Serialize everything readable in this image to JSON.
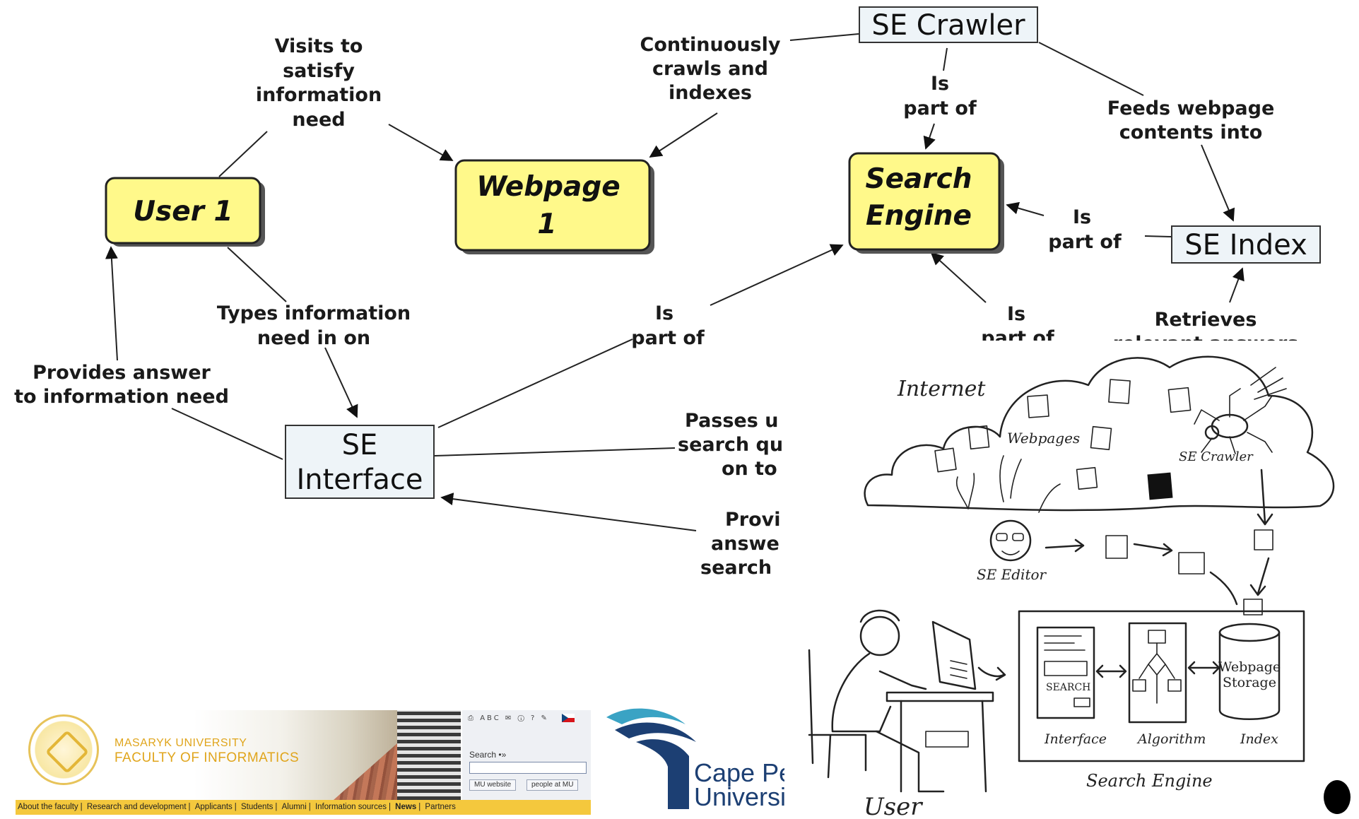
{
  "concept_map": {
    "nodes": {
      "user1": "User 1",
      "webpage1_line1": "Webpage",
      "webpage1_line2": "1",
      "search_engine_line1": "Search",
      "search_engine_line2": "Engine",
      "se_crawler": "SE Crawler",
      "se_index": "SE Index",
      "se_interface_line1": "SE",
      "se_interface_line2": "Interface"
    },
    "links": {
      "visits": [
        "Visits to",
        "satisfy",
        "information",
        "need"
      ],
      "continuously": [
        "Continuously",
        "crawls and",
        "indexes"
      ],
      "crawler_is_part_of": [
        "Is",
        "part of"
      ],
      "feeds": [
        "Feeds webpage",
        "contents into"
      ],
      "index_is_part_of": [
        "Is",
        "part of"
      ],
      "types": [
        "Types information",
        "need in on"
      ],
      "interface_is_part_of": [
        "Is",
        "part of"
      ],
      "bottom_is_part_of": [
        "Is",
        "part of"
      ],
      "retrieves": [
        "Retrieves",
        "relevant answers"
      ],
      "provides_answer": [
        "Provides answer",
        "to information need"
      ],
      "passes": [
        "Passes u",
        "search qu",
        "on to"
      ],
      "provides_cut": [
        "Provi",
        "answe",
        "search"
      ]
    }
  },
  "sketch": {
    "internet": "Internet",
    "webpages": "Webpages",
    "se_crawler": "SE Crawler",
    "se_editor": "SE Editor",
    "search_box": "SEARCH",
    "interface": "Interface",
    "algorithm": "Algorithm",
    "index": "Index",
    "webpage_storage_line1": "Webpage",
    "webpage_storage_line2": "Storage",
    "search_engine": "Search Engine",
    "user": "User"
  },
  "masaryk_banner": {
    "university": "MASARYK UNIVERSITY",
    "faculty": "FACULTY OF INFORMATICS",
    "icons": "ABC",
    "search_label": "Search",
    "search_value": "",
    "button_mu_website": "MU website",
    "button_people": "people at MU",
    "nav": [
      "About the faculty",
      "Research and development",
      "Applicants",
      "Students",
      "Alumni",
      "Information sources",
      "News",
      "Partners"
    ]
  },
  "cput_logo": {
    "line1": "Cape Pe",
    "line2": "Universit"
  },
  "colors": {
    "concept_node_fill": "#fff98a",
    "interface_node_fill": "#eef4f8",
    "mu_gold": "#e0a51c",
    "mu_nav_bar": "#f4c83d",
    "cput_navy": "#1c3f73",
    "cput_teal": "#3aa3c4"
  }
}
